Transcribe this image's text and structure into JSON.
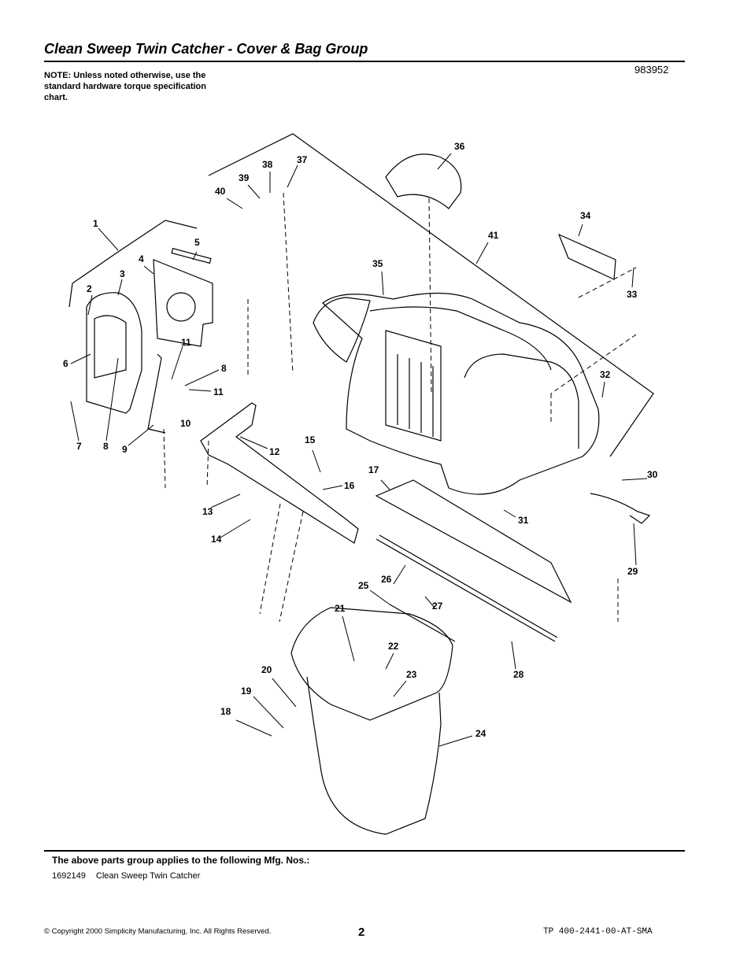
{
  "header": {
    "title": "Clean Sweep Twin Catcher - Cover & Bag Group",
    "doc_number": "983952",
    "note": "NOTE: Unless noted otherwise, use the standard hardware torque specification chart."
  },
  "callouts": [
    "1",
    "2",
    "3",
    "4",
    "5",
    "6",
    "7",
    "8",
    "9",
    "10",
    "11",
    "11",
    "8",
    "12",
    "13",
    "14",
    "15",
    "16",
    "17",
    "18",
    "19",
    "20",
    "21",
    "22",
    "23",
    "24",
    "25",
    "26",
    "27",
    "28",
    "29",
    "30",
    "31",
    "32",
    "33",
    "34",
    "35",
    "36",
    "37",
    "38",
    "39",
    "40",
    "41"
  ],
  "footer": {
    "applies_heading": "The above parts group applies to the following Mfg. Nos.:",
    "mfg_number": "1692149",
    "mfg_description": "Clean Sweep Twin Catcher",
    "copyright": "© Copyright 2000 Simplicity Manufacturing, Inc. All Rights Reserved.",
    "page_number": "2",
    "tp_number": "TP 400-2441-00-AT-SMA"
  }
}
